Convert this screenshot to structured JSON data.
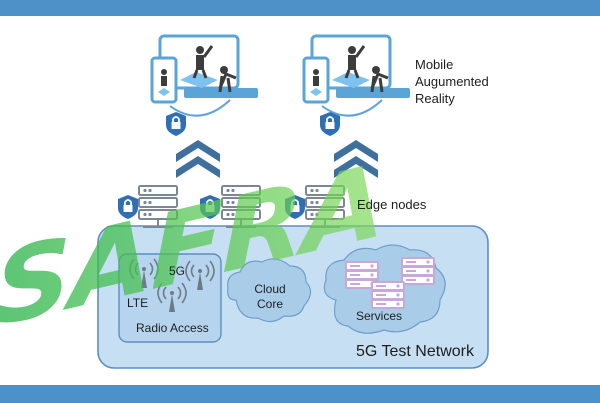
{
  "labels": {
    "mobile_ar": [
      "Mobile",
      "Augumented",
      "Reality"
    ],
    "edge_nodes": "Edge nodes",
    "test_network": "5G Test Network",
    "radio_access": "Radio Access",
    "lte": "LTE",
    "five_g": "5G",
    "cloud_core": [
      "Cloud",
      "Core"
    ],
    "services": "Services"
  },
  "watermark": "SAFRA",
  "colors": {
    "band": "#4e91c9",
    "network_fill": "#c7dff2",
    "network_stroke": "#5b8fc1",
    "cloud_fill": "#a9cde9",
    "chevron": "#3f6f9c",
    "shield": "#2f6fb5",
    "server": "#7b8894",
    "device_frame": "#5ba4d8",
    "server_rack": "#c9a8d9",
    "watermark": "#27b24a",
    "antenna": "#6d7b88"
  },
  "icons": [
    "ar-device-icon",
    "shield-lock-icon",
    "edge-server-icon",
    "chevron-up-icon",
    "antenna-icon",
    "cloud-icon",
    "server-rack-icon"
  ]
}
